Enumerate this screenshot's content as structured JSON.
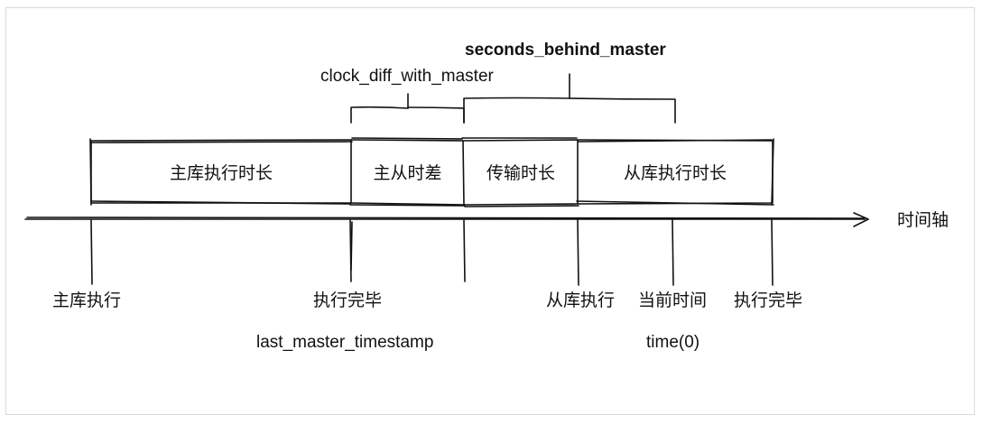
{
  "brackets": {
    "total": "seconds_behind_master",
    "diff": "clock_diff_with_master"
  },
  "segments": [
    "主库执行时长",
    "主从时差",
    "传输时长",
    "从库执行时长"
  ],
  "axis_label": "时间轴",
  "events": {
    "master_exec": "主库执行",
    "exec_done_1": "执行完毕",
    "slave_exec": "从库执行",
    "current_time": "当前时间",
    "exec_done_2": "执行完毕"
  },
  "variables": {
    "last_master_timestamp": "last_master_timestamp",
    "time_now": "time(0)"
  },
  "colors": {
    "ink": "#111111",
    "frame": "#d9d9d9"
  }
}
